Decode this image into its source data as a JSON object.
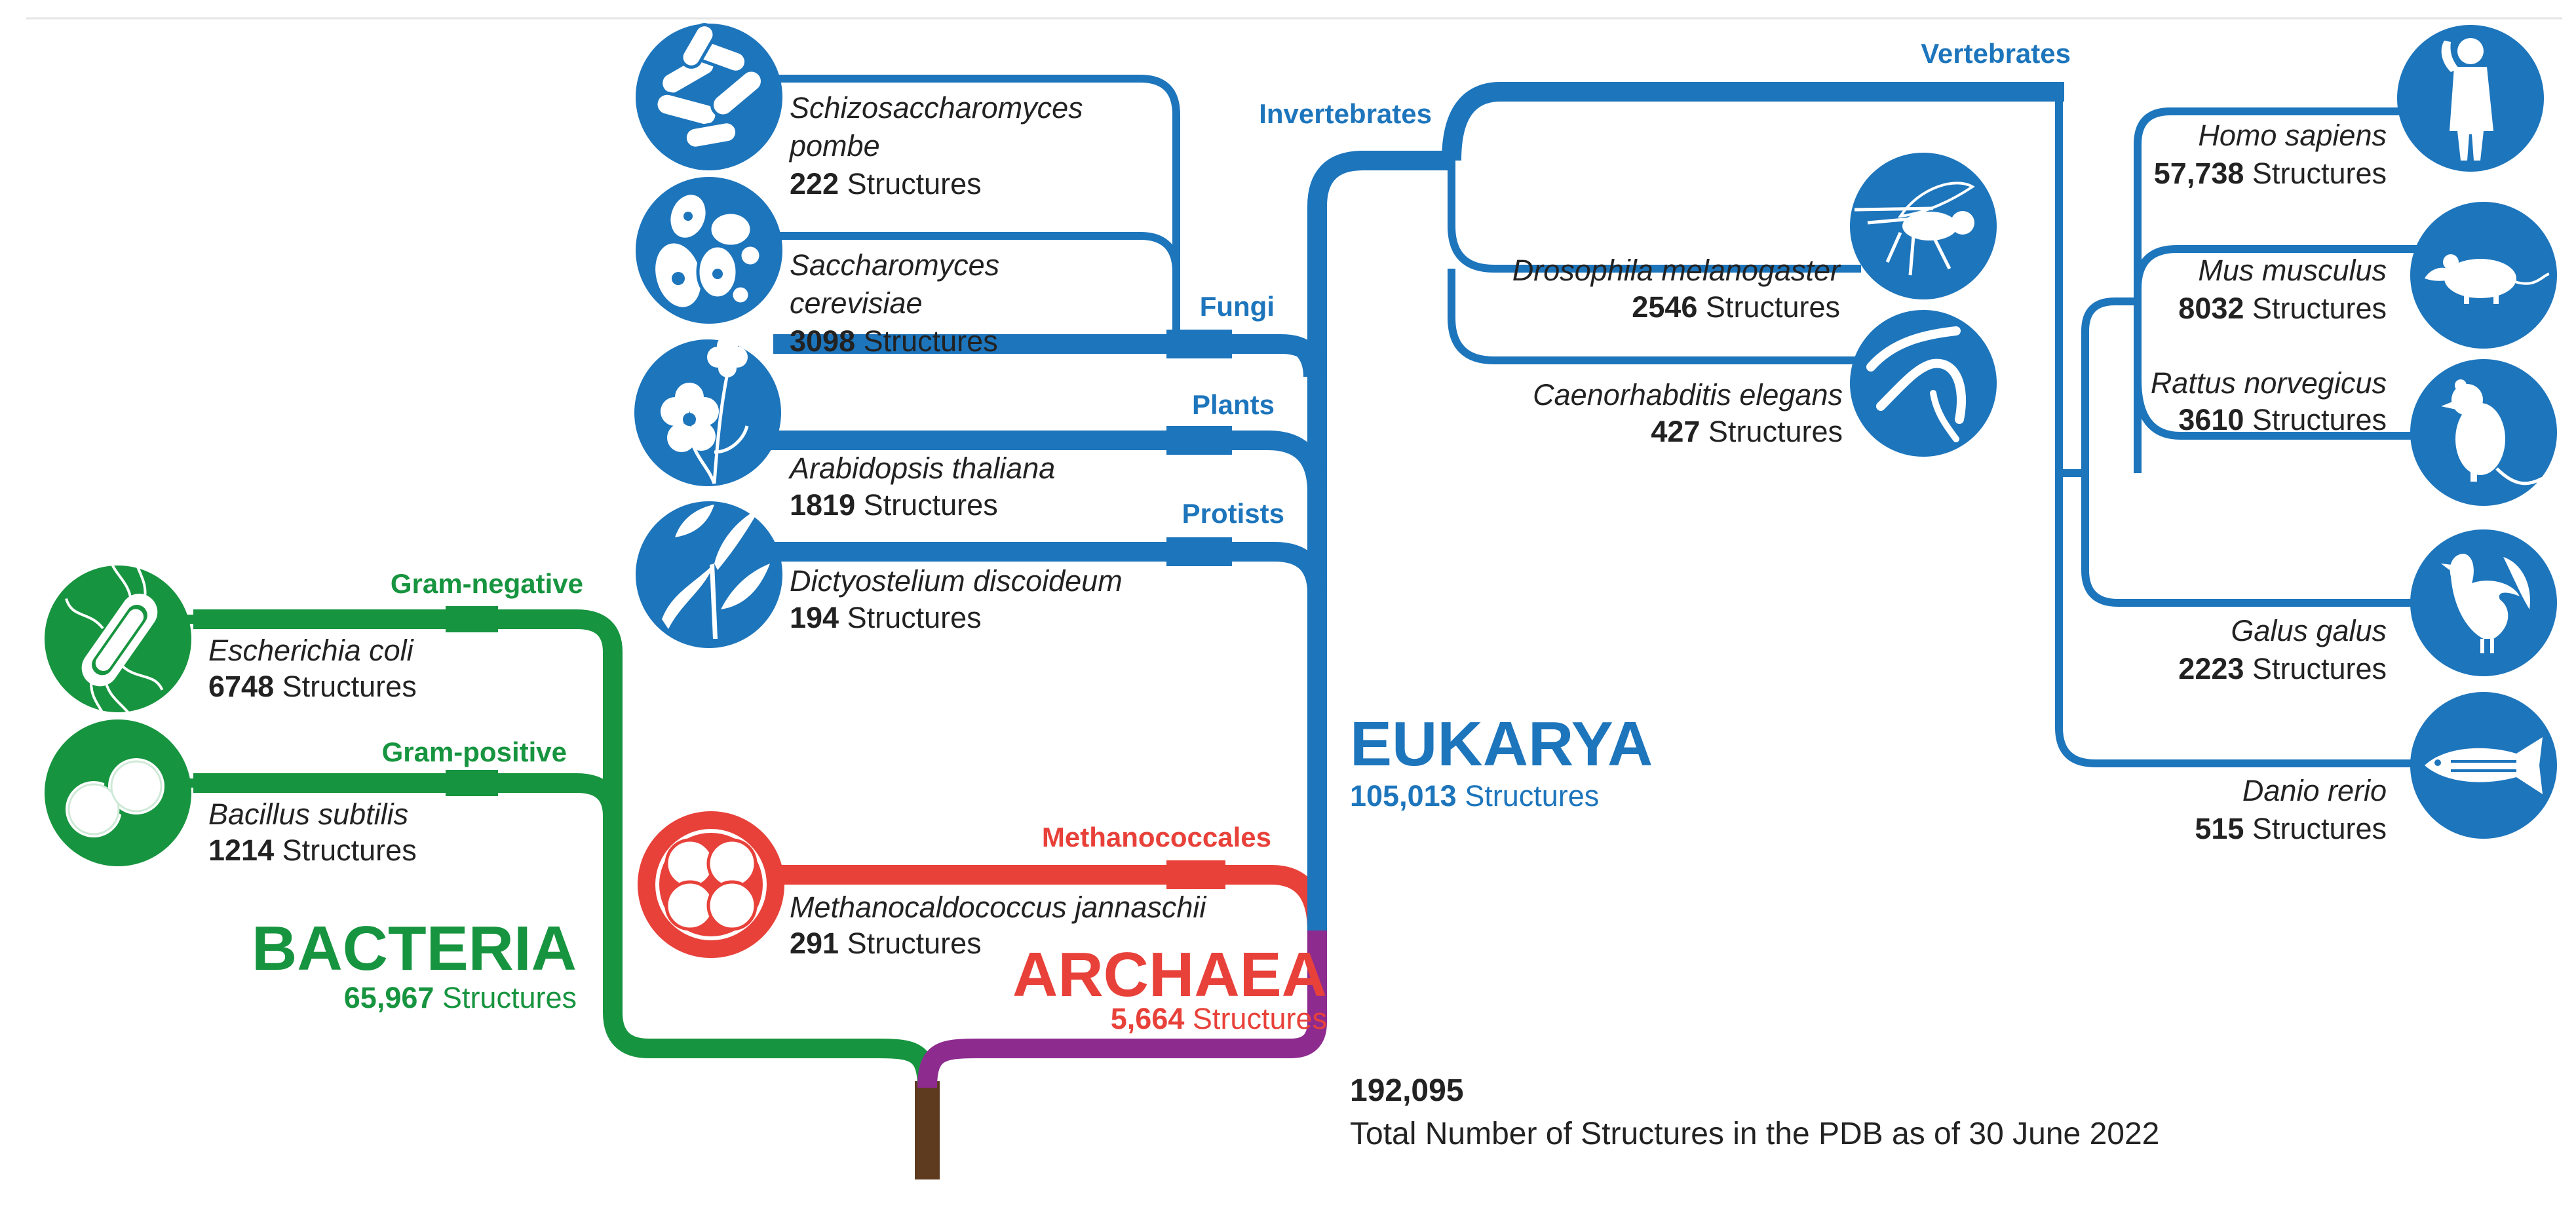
{
  "colors": {
    "bacteria": "#17943f",
    "archaea": "#e8413a",
    "archaea_trunk": "#8e2b8f",
    "eukarya": "#1d75bc",
    "root": "#5e3a1e",
    "text": "#222222",
    "white": "#ffffff"
  },
  "domains": {
    "bacteria": {
      "name": "BACTERIA",
      "count_num": "65,967",
      "count_label": "Structures"
    },
    "archaea": {
      "name": "ARCHAEA",
      "count_num": "5,664",
      "count_label": "Structures"
    },
    "eukarya": {
      "name": "EUKARYA",
      "count_num": "105,013",
      "count_label": "Structures"
    }
  },
  "groups": {
    "gram_negative": "Gram-negative",
    "gram_positive": "Gram-positive",
    "methanococcales": "Methanococcales",
    "fungi": "Fungi",
    "plants": "Plants",
    "protists": "Protists",
    "invertebrates": "Invertebrates",
    "vertebrates": "Vertebrates"
  },
  "organisms": {
    "ecoli": {
      "name": "Escherichia coli",
      "count_num": "6748",
      "count_label": "Structures",
      "icon": "bacterium-icon"
    },
    "bsubtilis": {
      "name": "Bacillus subtilis",
      "count_num": "1214",
      "count_label": "Structures",
      "icon": "cocci-icon"
    },
    "mjannaschii": {
      "name": "Methanocaldococcus jannaschii",
      "count_num": "291",
      "count_label": "Structures",
      "icon": "archaea-cell-icon"
    },
    "spombe": {
      "name_line1": "Schizosaccharomyces",
      "name_line2": "pombe",
      "count_num": "222",
      "count_label": "Structures",
      "icon": "fission-yeast-icon"
    },
    "scerevisiae": {
      "name_line1": "Saccharomyces",
      "name_line2": "cerevisiae",
      "count_num": "3098",
      "count_label": "Structures",
      "icon": "budding-yeast-icon"
    },
    "athaliana": {
      "name": "Arabidopsis thaliana",
      "count_num": "1819",
      "count_label": "Structures",
      "icon": "flower-icon"
    },
    "ddiscoideum": {
      "name": "Dictyostelium discoideum",
      "count_num": "194",
      "count_label": "Structures",
      "icon": "slime-mold-icon"
    },
    "dmelanogaster": {
      "name": "Drosophila melanogaster",
      "count_num": "2546",
      "count_label": "Structures",
      "icon": "fruit-fly-icon"
    },
    "celegans": {
      "name": "Caenorhabditis elegans",
      "count_num": "427",
      "count_label": "Structures",
      "icon": "worm-icon"
    },
    "hsapiens": {
      "name": "Homo sapiens",
      "count_num": "57,738",
      "count_label": "Structures",
      "icon": "human-icon"
    },
    "mmusculus": {
      "name": "Mus musculus",
      "count_num": "8032",
      "count_label": "Structures",
      "icon": "mouse-icon"
    },
    "rnorvegicus": {
      "name": "Rattus norvegicus",
      "count_num": "3610",
      "count_label": "Structures",
      "icon": "rat-icon"
    },
    "ggallus": {
      "name": "Galus galus",
      "count_num": "2223",
      "count_label": "Structures",
      "icon": "rooster-icon"
    },
    "drerio": {
      "name": "Danio rerio",
      "count_num": "515",
      "count_label": "Structures",
      "icon": "zebrafish-icon"
    }
  },
  "total": {
    "number": "192,095",
    "label": "Total Number of Structures in the PDB as of 30 June 2022"
  }
}
